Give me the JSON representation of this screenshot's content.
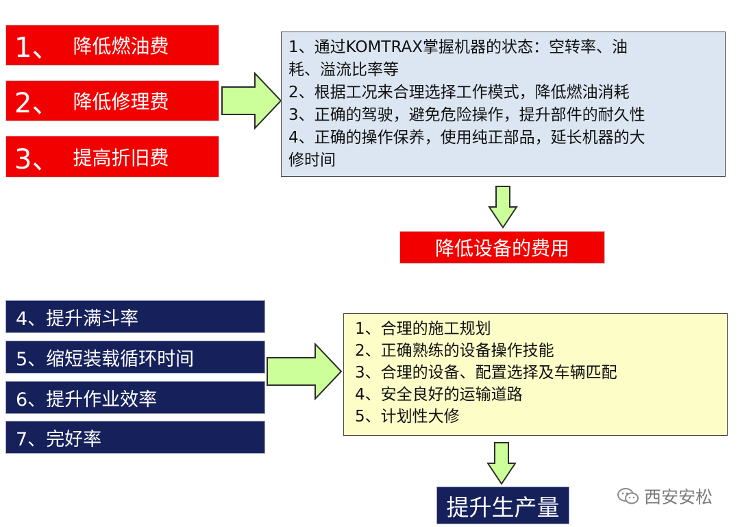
{
  "cost_items": [
    {
      "number": "1、",
      "label": "降低燃油费"
    },
    {
      "number": "2、",
      "label": "降低修理费"
    },
    {
      "number": "3、",
      "label": "提高折旧费"
    }
  ],
  "cost_measures": [
    "1、通过KOMTRAX掌握机器的状态：空转率、油",
    "耗、溢流比率等",
    "2、根据工况来合理选择工作模式，降低燃油消耗",
    "3、正确的驾驶，避免危险操作，提升部件的耐久性",
    "4、正确的操作保养，使用纯正部品，延长机器的大",
    "修时间"
  ],
  "cost_result": "降低设备的费用",
  "efficiency_items": [
    "4、提升满斗率",
    "5、缩短装载循环时间",
    "6、提升作业效率",
    "7、完好率"
  ],
  "efficiency_measures": [
    "1、合理的施工规划",
    "2、正确熟练的设备操作技能",
    "3、合理的设备、配置选择及车辆匹配",
    "4、安全良好的运输道路",
    "5、计划性大修"
  ],
  "efficiency_result": "提升生产量",
  "watermark": "西安安松",
  "colors": {
    "red": "#f20000",
    "navy": "#16215c",
    "panel_blue": "#dce6f2",
    "panel_yellow": "#fdfdc8",
    "arrow_fill": "#ccff99",
    "arrow_stroke": "#2c2c2c"
  },
  "icons": {
    "watermark": "wechat-icon"
  }
}
